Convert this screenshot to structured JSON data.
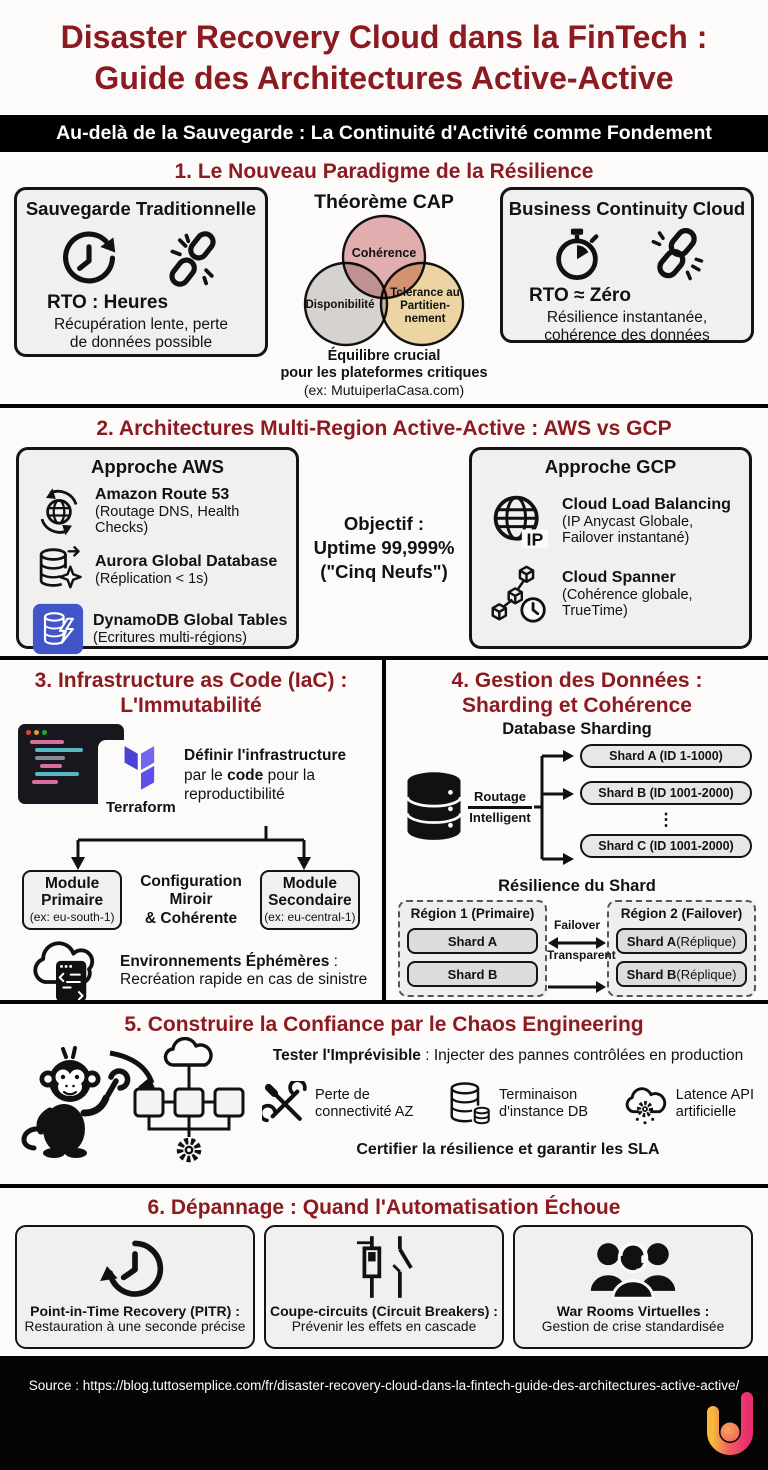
{
  "colors": {
    "accent": "#8C1A21",
    "banner_bg": "#000000",
    "panel_bg": "#F2F0EE",
    "dynamodb_blue": "#4155C8",
    "terraform_purple_dark": "#4D40D6",
    "terraform_purple_light": "#7166EE",
    "venn_coherence": "#E5B0B3",
    "venn_disponibilite": "#D8D6D4",
    "venn_tolerance": "#EFD9A6",
    "logo_gradient": [
      "#F6B93B",
      "#E8306E"
    ]
  },
  "icons": [
    "history-clock-icon",
    "broken-chain-icon",
    "stopwatch-icon",
    "chain-icon",
    "globe-sync-icon",
    "database-sparkle-icon",
    "dynamodb-icon",
    "globe-ip-icon",
    "spanner-cubes-clock-icon",
    "code-editor-icon",
    "terraform-logo",
    "cloud-code-icon",
    "database-black-icon",
    "chaos-monkey-icon",
    "infra-diagram-icon",
    "crossed-tools-icon",
    "database-stack-icon",
    "cloud-gear-icon",
    "pitr-clock-icon",
    "circuit-breaker-icon",
    "war-room-people-icon",
    "brand-logo"
  ],
  "header": {
    "title_line1": "Disaster Recovery Cloud dans la FinTech :",
    "title_line2": "Guide des Architectures Active-Active",
    "banner": "Au-delà de la Sauvegarde : La Continuité d'Activité comme Fondement"
  },
  "s1": {
    "heading": "1. Le Nouveau Paradigme de la Résilience",
    "traditional": {
      "title": "Sauvegarde Traditionnelle",
      "metric": "RTO : Heures",
      "desc_line1": "Récupération lente, perte",
      "desc_line2": "de données possible"
    },
    "cap": {
      "title": "Théorème CAP",
      "coherence": "Cohérence",
      "disponibilite": "Disponibilité",
      "tolerance_line1": "Tclérance au",
      "tolerance_line2": "Partitien-",
      "tolerance_line3": "nement",
      "caption_line1": "Équilibre crucial",
      "caption_line2": "pour les plateformes critiques",
      "caption_line3": "(ex: MutuiperlaCasa.com)"
    },
    "cloud": {
      "title": "Business Continuity Cloud",
      "metric": "RTO ≈ Zéro",
      "desc_line1": "Résilience instantanée,",
      "desc_line2": "cohérence des données"
    }
  },
  "s2": {
    "heading": "2. Architectures Multi-Region Active-Active : AWS vs GCP",
    "aws": {
      "title": "Approche AWS",
      "items": [
        {
          "name": "Amazon Route 53",
          "desc": "(Routage DNS, Health Checks)"
        },
        {
          "name": "Aurora Global Database",
          "desc": "(Réplication < 1s)"
        },
        {
          "name": "DynamoDB Global Tables",
          "desc": "(Ecritures multi-régions)"
        }
      ]
    },
    "objective_line1": "Objectif :",
    "objective_line2": "Uptime 99,999%",
    "objective_line3": "(\"Cinq Neufs\")",
    "gcp": {
      "title": "Approche GCP",
      "ip_label": "IP",
      "items": [
        {
          "name": "Cloud Load Balancing",
          "desc_line1": "(IP Anycast Globale,",
          "desc_line2": "Failover instantané)"
        },
        {
          "name": "Cloud Spanner",
          "desc_line1": "(Cohérence globale,",
          "desc_line2": "TrueTime)"
        }
      ]
    }
  },
  "s3": {
    "heading_line1": "3. Infrastructure as Code (IaC) :",
    "heading_line2": "L'Immutabilité",
    "terraform_label": "Terraform",
    "define": {
      "b1": "Définir l'infrastructure",
      "t1": " par le ",
      "b2": "code",
      "t2": " pour la reproductibilité"
    },
    "module_primary": {
      "title_line1": "Module",
      "title_line2": "Primaire",
      "sub": "(ex: eu-south-1)"
    },
    "mirror_line1": "Configuration Miroir",
    "mirror_line2": "& Cohérente",
    "module_secondary": {
      "title_line1": "Module",
      "title_line2": "Secondaire",
      "sub": "(ex: eu-central-1)"
    },
    "ephemeral": {
      "b": "Environnements Éphémères",
      "t": " :",
      "line2": "Recréation rapide en cas de sinistre"
    }
  },
  "s4": {
    "heading_line1": "4. Gestion des Données :",
    "heading_line2": "Sharding et Cohérence",
    "sharding_title": "Database Sharding",
    "routing_line1": "Routage",
    "routing_line2": "Intelligent",
    "shard_a": "Shard A (ID 1-1000)",
    "shard_b": "Shard B (ID 1001-2000)",
    "ellipsis": "⋮",
    "shard_c": "Shard C (ID 1001-2000)",
    "resilience_title": "Résilience du Shard",
    "region1": {
      "title": "Région 1 (Primaire)",
      "shard1": "Shard A",
      "shard2": "Shard B"
    },
    "failover_line1": "Failover",
    "failover_line2": "Transparent",
    "region2": {
      "title": "Région 2 (Failover)",
      "shard1_b": "Shard A",
      "shard1_t": " (Réplique)",
      "shard2_b": "Shard B",
      "shard2_t": " (Réplique)"
    }
  },
  "s5": {
    "heading": "5. Construire la Confiance par le Chaos Engineering",
    "intro": {
      "b": "Tester l'Imprévisible",
      "t": " : Injecter des pannes contrôlées en production"
    },
    "items": [
      {
        "line1": "Perte de",
        "line2": "connectivité AZ"
      },
      {
        "line1": "Terminaison",
        "line2": "d'instance DB"
      },
      {
        "line1": "Latence API",
        "line2": "artificielle"
      }
    ],
    "footer": "Certifier la résilience et garantir les SLA"
  },
  "s6": {
    "heading": "6. Dépannage : Quand l'Automatisation Échoue",
    "cards": [
      {
        "title": "Point-in-Time Recovery (PITR) :",
        "desc": "Restauration à une seconde précise"
      },
      {
        "title": "Coupe-circuits (Circuit Breakers) :",
        "desc": "Prévenir les effets en cascade"
      },
      {
        "title": "War Rooms Virtuelles :",
        "desc": "Gestion de crise standardisée"
      }
    ]
  },
  "footer": {
    "source": "Source : https://blog.tuttosemplice.com/fr/disaster-recovery-cloud-dans-la-fintech-guide-des-architectures-active-active/"
  }
}
